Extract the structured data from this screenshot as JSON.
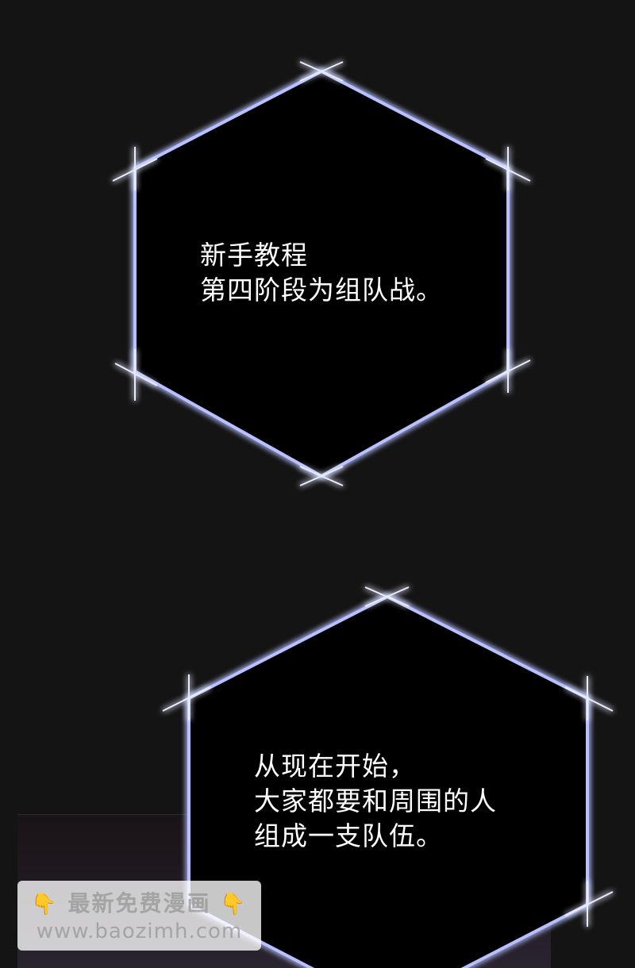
{
  "captions": {
    "box1": [
      "新手教程",
      "第四阶段为组队战。"
    ],
    "box2": [
      "从现在开始，",
      "大家都要和周围的人",
      "组成一支队伍。"
    ]
  },
  "watermark": {
    "hand_left": "👇",
    "title": "最新免费漫画",
    "hand_right": "👇",
    "url": "www.baozimh.com"
  },
  "colors": {
    "background": "#141414",
    "hex_glow": "#aab4ff",
    "text": "#ffffff"
  }
}
